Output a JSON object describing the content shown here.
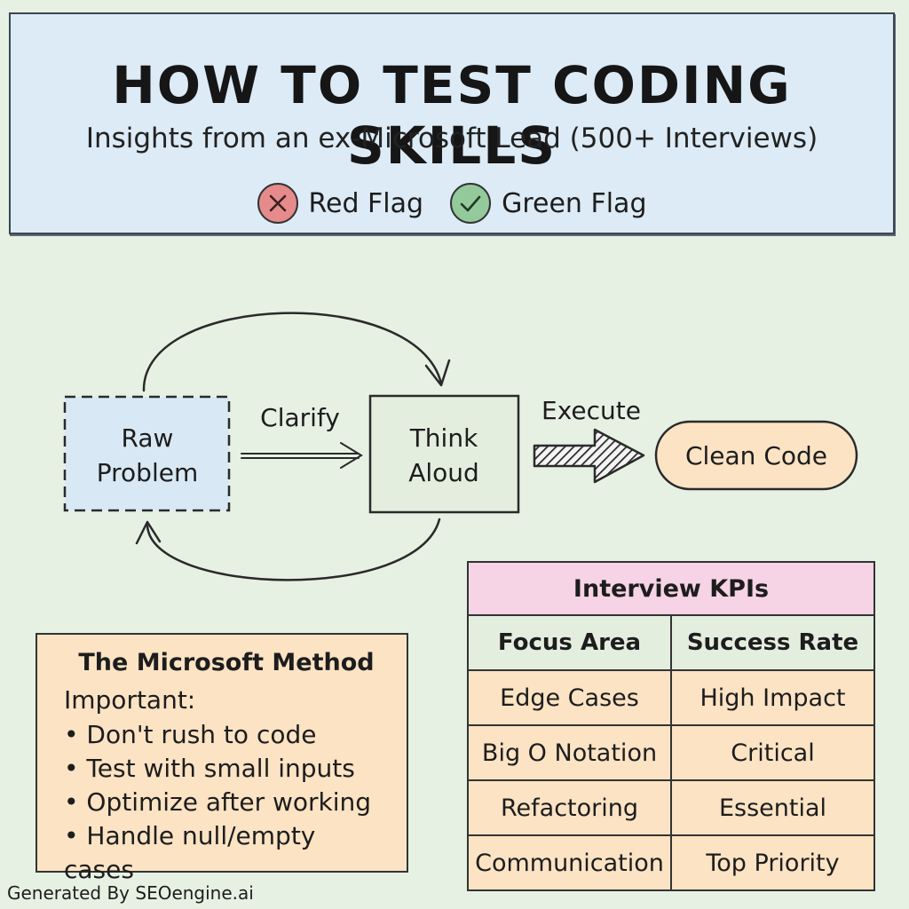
{
  "header": {
    "title": "HOW TO TEST CODING SKILLS",
    "subtitle": "Insights from an ex-Microsoft Lead (500+ Interviews)",
    "legend": [
      {
        "label": "Red Flag",
        "icon": "x-icon",
        "color": "#e58b8b"
      },
      {
        "label": "Green Flag",
        "icon": "check-icon",
        "color": "#94c99c"
      }
    ]
  },
  "flow": {
    "raw_problem": [
      "Raw",
      "Problem"
    ],
    "clarify": "Clarify",
    "think_aloud": [
      "Think",
      "Aloud"
    ],
    "execute": "Execute",
    "clean_code": "Clean Code"
  },
  "method": {
    "title": "The Microsoft Method",
    "subtitle": "Important:",
    "items": [
      "Don't rush to code",
      "Test with small inputs",
      "Optimize after working",
      "Handle null/empty cases"
    ]
  },
  "kpis": {
    "title": "Interview KPIs",
    "columns": [
      "Focus Area",
      "Success Rate"
    ],
    "rows": [
      [
        "Edge Cases",
        "High Impact"
      ],
      [
        "Big O Notation",
        "Critical"
      ],
      [
        "Refactoring",
        "Essential"
      ],
      [
        "Communication",
        "Top Priority"
      ]
    ]
  },
  "footer": "Generated By SEOengine.ai"
}
